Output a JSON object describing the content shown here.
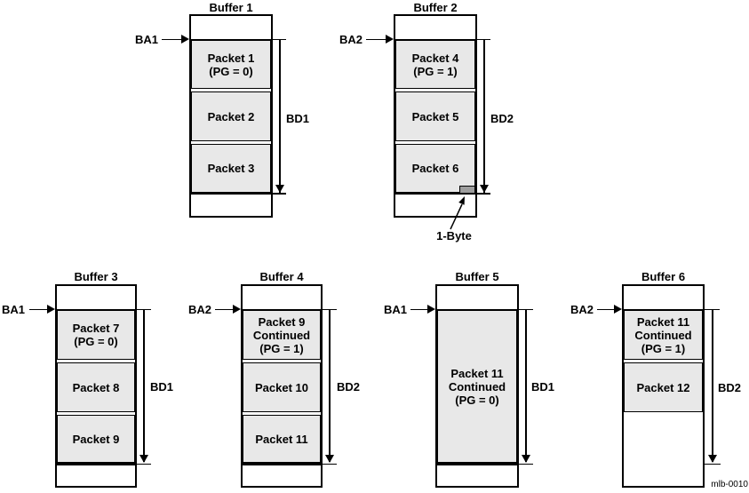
{
  "colors": {
    "packet_fill": "#e8e8e8",
    "byte_fill": "#9e9e9e",
    "line": "#000000",
    "background": "#ffffff"
  },
  "watermark": "mlb-0010",
  "annotations": {
    "one_byte": "1-Byte"
  },
  "buffers": [
    {
      "title": "Buffer 1",
      "ba": "BA1",
      "bd": "BD1",
      "packets": [
        [
          "Packet 1",
          "(PG = 0)"
        ],
        [
          "Packet 2"
        ],
        [
          "Packet 3"
        ]
      ]
    },
    {
      "title": "Buffer 2",
      "ba": "BA2",
      "bd": "BD2",
      "packets": [
        [
          "Packet 4",
          "(PG = 1)"
        ],
        [
          "Packet 5"
        ],
        [
          "Packet 6"
        ]
      ]
    },
    {
      "title": "Buffer 3",
      "ba": "BA1",
      "bd": "BD1",
      "packets": [
        [
          "Packet 7",
          "(PG = 0)"
        ],
        [
          "Packet 8"
        ],
        [
          "Packet 9"
        ]
      ]
    },
    {
      "title": "Buffer 4",
      "ba": "BA2",
      "bd": "BD2",
      "packets": [
        [
          "Packet 9",
          "Continued",
          "(PG = 1)"
        ],
        [
          "Packet 10"
        ],
        [
          "Packet 11"
        ]
      ]
    },
    {
      "title": "Buffer 5",
      "ba": "BA1",
      "bd": "BD1",
      "packets": [
        [
          "Packet 11",
          "Continued",
          "(PG = 0)"
        ]
      ]
    },
    {
      "title": "Buffer 6",
      "ba": "BA2",
      "bd": "BD2",
      "packets": [
        [
          "Packet 11",
          "Continued",
          "(PG = 1)"
        ],
        [
          "Packet 12"
        ]
      ]
    }
  ]
}
